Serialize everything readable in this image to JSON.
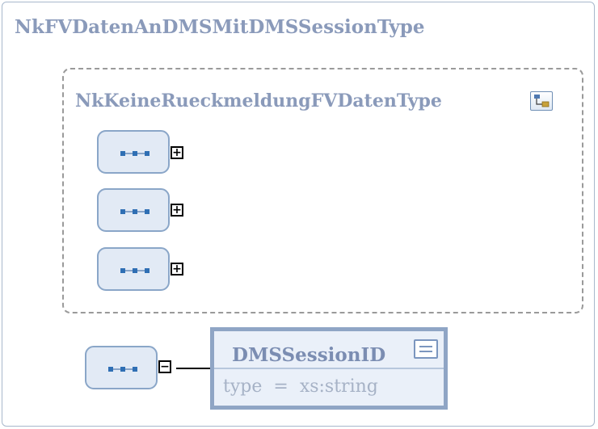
{
  "outer": {
    "title": "NkFVDatenAnDMSMitDMSSessionType"
  },
  "group": {
    "title": "NkKeineRueckmeldungFVDatenType",
    "icon": "complex-type-icon",
    "sequences": [
      {
        "expander": "+"
      },
      {
        "expander": "+"
      },
      {
        "expander": "+"
      }
    ]
  },
  "bottom_sequence": {
    "expander": "−"
  },
  "element": {
    "name": "DMSSessionID",
    "type_label": "type",
    "type_sep": "=",
    "type_value": "xs:string",
    "icon": "documentation-icon"
  },
  "colors": {
    "title_text": "#8a9aba",
    "border": "#a8b8cc",
    "sequence_fill": "#e2eaf5",
    "sequence_border": "#8aa6c8",
    "element_fill": "#eaf0f9",
    "element_border": "#8fa5c5"
  }
}
